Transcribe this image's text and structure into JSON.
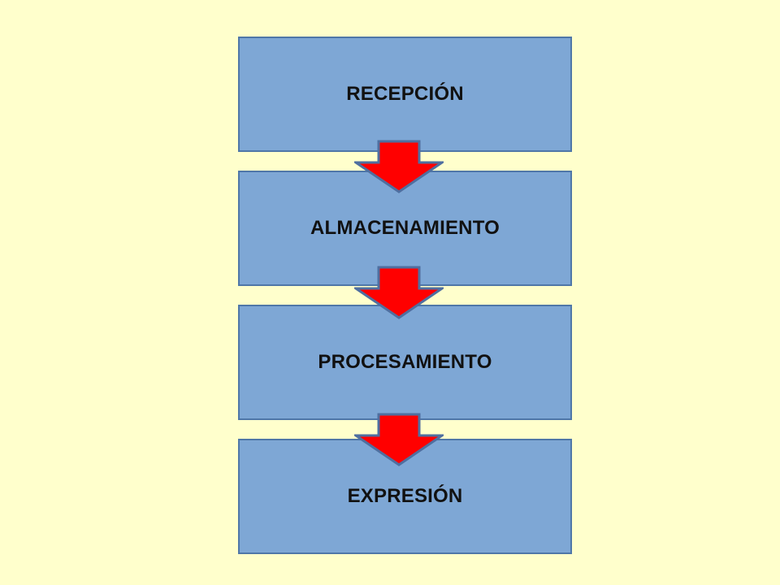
{
  "diagram": {
    "steps": [
      {
        "label": "RECEPCIÓN"
      },
      {
        "label": "ALMACENAMIENTO"
      },
      {
        "label": "PROCESAMIENTO"
      },
      {
        "label": "EXPRESIÓN"
      }
    ],
    "colors": {
      "background": "#ffffcc",
      "box_fill": "#7ea7d5",
      "box_border": "#4f77a8",
      "arrow_fill": "#ff0000",
      "arrow_stroke": "#4f6fa0"
    },
    "icons": {
      "arrow": "arrow-down-icon"
    }
  }
}
